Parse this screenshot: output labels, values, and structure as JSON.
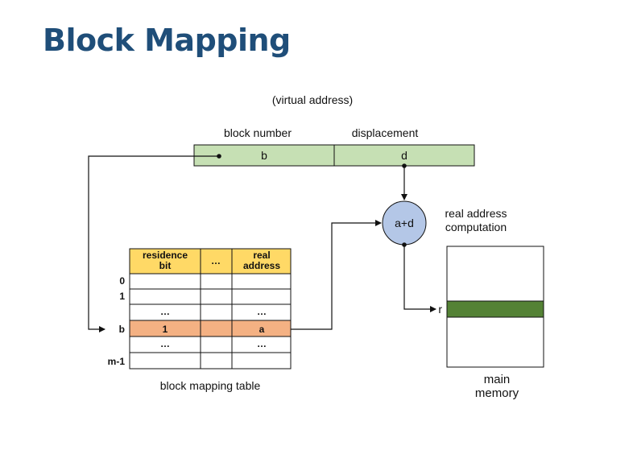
{
  "title": "Block Mapping",
  "virtual_address": {
    "caption": "(virtual address)",
    "fields": [
      {
        "header": "block number",
        "value": "b"
      },
      {
        "header": "displacement",
        "value": "d"
      }
    ]
  },
  "adder": {
    "label": "a+d",
    "caption_lines": [
      "real address",
      "computation"
    ]
  },
  "table": {
    "headers": [
      {
        "lines": [
          "residence",
          "bit"
        ]
      },
      {
        "lines": [
          "…"
        ]
      },
      {
        "lines": [
          "real",
          "address"
        ]
      }
    ],
    "rows": [
      {
        "label": "0",
        "cells": [
          "",
          "",
          ""
        ]
      },
      {
        "label": "1",
        "cells": [
          "",
          "",
          ""
        ]
      },
      {
        "label": "",
        "cells": [
          "…",
          "",
          "…"
        ]
      },
      {
        "label": "b",
        "cells": [
          "1",
          "",
          "a"
        ],
        "highlight": true
      },
      {
        "label": "",
        "cells": [
          "…",
          "",
          "…"
        ]
      },
      {
        "label": "m-1",
        "cells": [
          "",
          "",
          ""
        ]
      }
    ],
    "caption": "block mapping table"
  },
  "memory": {
    "pointer_label": "r",
    "caption_lines": [
      "main",
      "memory"
    ]
  },
  "colors": {
    "title": "#1f4e79",
    "address_fill": "#c6e0b4",
    "header_fill": "#ffd966",
    "highlight_row": "#f4b183",
    "adder_fill": "#b4c7e7",
    "memory_block": "#548235"
  }
}
